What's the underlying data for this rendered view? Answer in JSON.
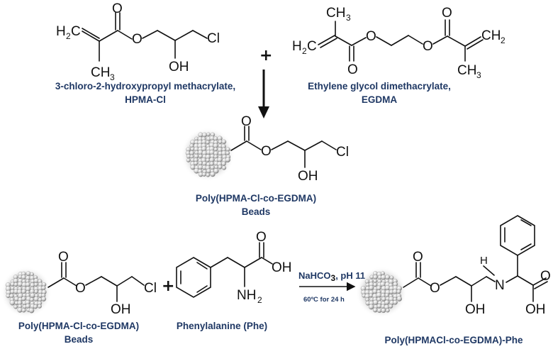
{
  "reagents": {
    "hpma_cl": {
      "line1": "3-chloro-2-hydroxypropyl methacrylate,",
      "line2": "HPMA-Cl"
    },
    "egdma": {
      "line1": "Ethylene glycol dimethacrylate,",
      "line2": "EGDMA"
    }
  },
  "beads_product": {
    "line1": "Poly(HPMA-Cl-co-EGDMA)",
    "line2": "Beads"
  },
  "step2": {
    "beads": {
      "line1": "Poly(HPMA-Cl-co-EGDMA)",
      "line2": "Beads"
    },
    "amino_acid": "Phenylalanine (Phe)",
    "condition_main": "NaHCO",
    "condition_sub": "3",
    "condition_rest": ", pH 11",
    "condition_temp": "60ºC for 24 h",
    "final_product": "Poly(HPMACl-co-EGDMA)-Phe"
  },
  "atoms": {
    "H2C": "H",
    "two": "2",
    "C": "C",
    "CH": "CH",
    "three": "3",
    "O": "O",
    "OH": "OH",
    "Cl": "Cl",
    "NH": "NH",
    "N": "N",
    "H": "H"
  },
  "plus": "+"
}
